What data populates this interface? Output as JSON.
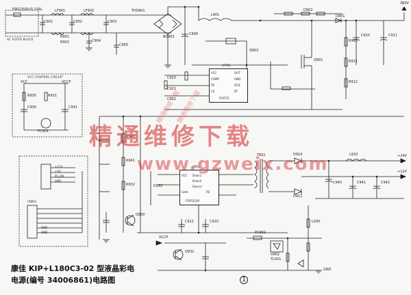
{
  "title": {
    "line1": "康佳 KIP+L180C3-02 型液晶彩电",
    "line2": "电源(编号 34006861)电路图"
  },
  "watermark": {
    "cn": "精通维修下载",
    "url": "www.gzweix.com",
    "diag": "精通维修下载"
  },
  "page_number": "1",
  "blocks": {
    "ac_filter": "AC FILTER BLOCK",
    "vcc_control": "VCC CONTROL CIRCUIT"
  },
  "ics": {
    "uf901": {
      "name": "UF901",
      "part": "FA5571",
      "pins": [
        "VCC",
        "COMP",
        "FB",
        "CS",
        "OUT",
        "GND",
        "ZCD",
        "RT"
      ]
    },
    "ic": {
      "name": "U901",
      "part": "FSFR2100",
      "pins": [
        "Drain1",
        "Drain2",
        "Source",
        "Gate",
        "VCC",
        "FB"
      ]
    },
    "connector": {
      "name": "CN901",
      "pins": [
        "+12V",
        "+5V",
        "PS_ON",
        "GND",
        "GND",
        "GND"
      ]
    }
  },
  "labels": {
    "f901": "F901",
    "ac_in": "250V/3.15AL",
    "lf901": "LF901",
    "lf902": "LF902",
    "bd901": "BD901",
    "c901": "C901",
    "c902": "C902",
    "c903": "C903",
    "c904": "C904",
    "c905": "C905",
    "c906": "C906",
    "r901": "R901",
    "r902": "R902",
    "ths901": "THS901",
    "l901": "L901",
    "d901": "D901",
    "d902": "D902",
    "c910": "C910",
    "c911": "C911",
    "q901": "Q901",
    "q902": "Q902",
    "r910": "R910",
    "r911": "R911",
    "r912": "R912",
    "t901": "T901",
    "d910": "D910",
    "d911": "D911",
    "l910": "L910",
    "c920": "C920",
    "c921": "C921",
    "c922": "C922",
    "vcc": "VCC",
    "vccp": "VCCP",
    "v380": "380V",
    "v12": "+12V",
    "v24": "+24V",
    "gnd": "GND",
    "pc901": "PC901",
    "pc902": "PC902",
    "u902": "U902",
    "tl431": "TL431",
    "r930": "R930",
    "r931": "R931",
    "r932": "R932",
    "c930": "C930",
    "c931": "C931",
    "d930": "D930",
    "q930": "Q930",
    "q931": "Q931",
    "l930": "L930",
    "c940": "C940",
    "c941": "C941",
    "c942": "C942",
    "r940": "R940",
    "r941": "R941"
  }
}
